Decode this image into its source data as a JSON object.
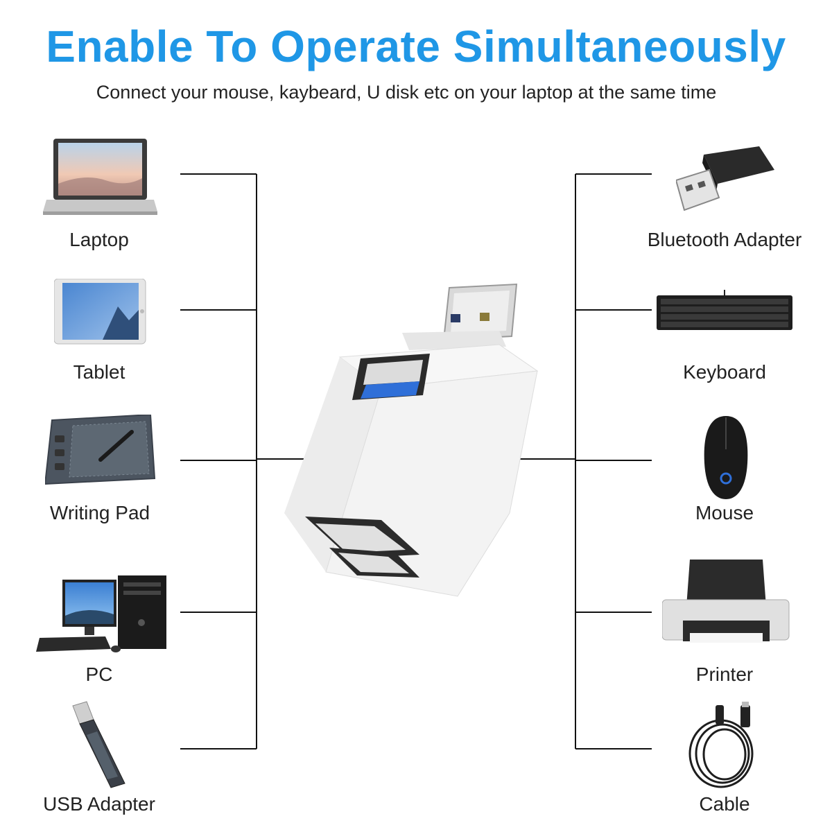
{
  "header": {
    "title": "Enable To Operate Simultaneously",
    "subtitle": "Connect your mouse, kaybeard, U disk etc on your laptop at the same time"
  },
  "left_devices": [
    {
      "label": "Laptop",
      "icon": "laptop-icon"
    },
    {
      "label": "Tablet",
      "icon": "tablet-icon"
    },
    {
      "label": "Writing Pad",
      "icon": "writing-pad-icon"
    },
    {
      "label": "PC",
      "icon": "pc-icon"
    },
    {
      "label": "USB Adapter",
      "icon": "usb-adapter-icon"
    }
  ],
  "right_devices": [
    {
      "label": "Bluetooth Adapter",
      "icon": "bluetooth-adapter-icon"
    },
    {
      "label": "Keyboard",
      "icon": "keyboard-icon"
    },
    {
      "label": "Mouse",
      "icon": "mouse-icon"
    },
    {
      "label": "Printer",
      "icon": "printer-icon"
    },
    {
      "label": "Cable",
      "icon": "cable-icon"
    }
  ],
  "colors": {
    "title": "#1f97e6",
    "text": "#222222",
    "lines": "#111111",
    "hub_body": "#f4f4f4",
    "usb_blue": "#2f6fd8"
  }
}
